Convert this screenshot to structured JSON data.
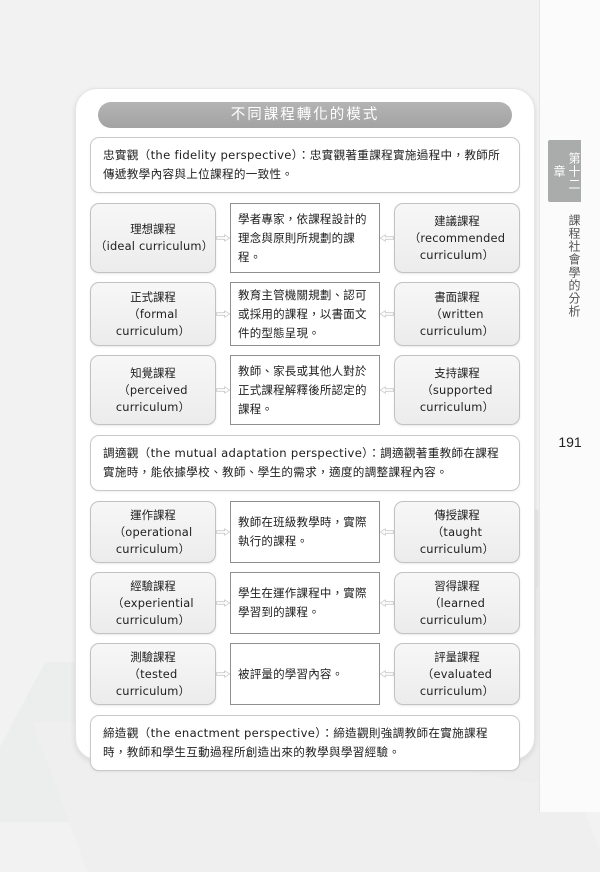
{
  "page": {
    "background_color": "#f2f2f2",
    "page_number": "191",
    "chapter_tab": "第十二章",
    "chapter_title": "課程社會學的分析"
  },
  "card": {
    "title": "不同課程轉化的模式",
    "title_pill_color": "#a8a8a8"
  },
  "paragraphs": {
    "fidelity": "忠實觀（the fidelity perspective）：忠實觀著重課程實施過程中，教師所傳遞教學內容與上位課程的一致性。",
    "mutual_adaptation": "調適觀（the mutual adaptation perspective）：調適觀著重教師在課程實施時，能依據學校、教師、學生的需求，適度的調整課程內容。",
    "enactment": "締造觀（the enactment perspective）：締造觀則強調教師在實施課程時，教師和學生互動過程所創造出來的教學與學習經驗。"
  },
  "rows": [
    {
      "left_zh": "理想課程",
      "left_en": "（ideal curriculum）",
      "center": "學者專家，依課程設計的理念與原則所規劃的課程。",
      "right_zh": "建議課程",
      "right_en": "（recommended curriculum）",
      "arrow_left": "arrow-right-icon",
      "arrow_right": "arrow-left-icon"
    },
    {
      "left_zh": "正式課程",
      "left_en": "（formal curriculum）",
      "center": "教育主管機關規劃、認可或採用的課程，以書面文件的型態呈現。",
      "right_zh": "書面課程",
      "right_en": "（written curriculum）",
      "arrow_left": "arrow-right-icon",
      "arrow_right": "arrow-left-icon"
    },
    {
      "left_zh": "知覺課程",
      "left_en": "（perceived curriculum）",
      "center": "教師、家長或其他人對於正式課程解釋後所認定的課程。",
      "right_zh": "支持課程",
      "right_en": "（supported curriculum）",
      "arrow_left": "arrow-right-icon",
      "arrow_right": "arrow-left-icon"
    },
    {
      "left_zh": "運作課程",
      "left_en": "（operational curriculum）",
      "center": "教師在班級教學時，實際執行的課程。",
      "right_zh": "傳授課程",
      "right_en": "（taught curriculum）",
      "arrow_left": "arrow-right-icon",
      "arrow_right": "arrow-left-icon"
    },
    {
      "left_zh": "經驗課程",
      "left_en": "（experiential curriculum）",
      "center": "學生在運作課程中，實際學習到的課程。",
      "right_zh": "習得課程",
      "right_en": "（learned curriculum）",
      "arrow_left": "arrow-right-icon",
      "arrow_right": "arrow-left-icon"
    },
    {
      "left_zh": "測驗課程",
      "left_en": "（tested curriculum）",
      "center": "被評量的學習內容。",
      "right_zh": "評量課程",
      "right_en": "（evaluated curriculum）",
      "arrow_left": "arrow-right-icon",
      "arrow_right": "arrow-left-icon"
    }
  ],
  "decorations": {
    "tree": "tree-silhouette-icon"
  }
}
